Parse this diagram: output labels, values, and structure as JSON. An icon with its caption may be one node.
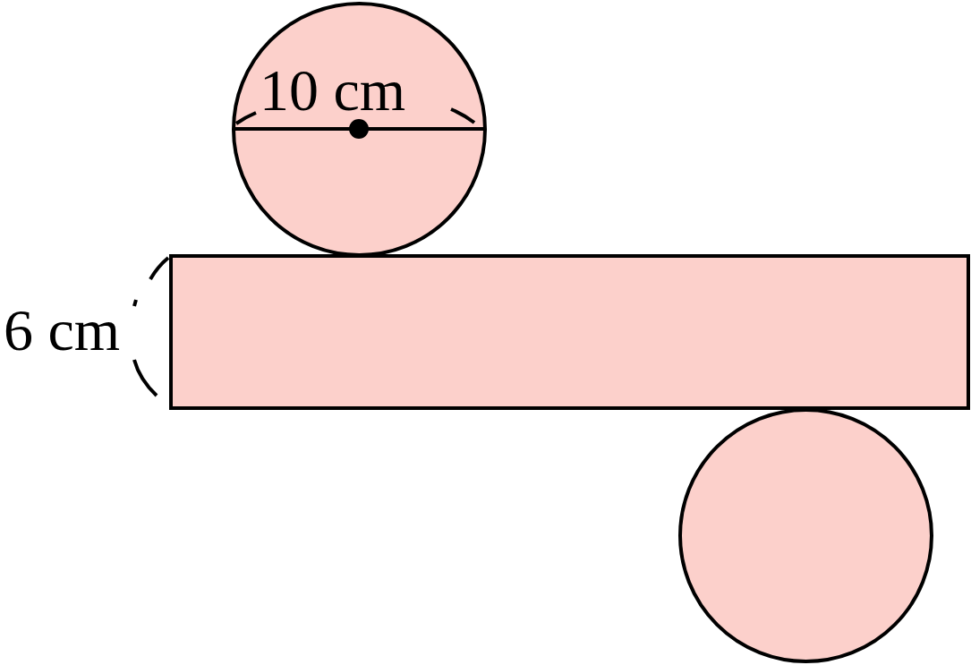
{
  "diagram": {
    "nodes": [
      {
        "text": [],
        "shape": "circle"
      },
      {
        "text": [],
        "shape": "box"
      },
      {
        "text": [],
        "shape": "circle"
      }
    ],
    "labels": [
      "10 cm",
      "6 cm"
    ]
  }
}
